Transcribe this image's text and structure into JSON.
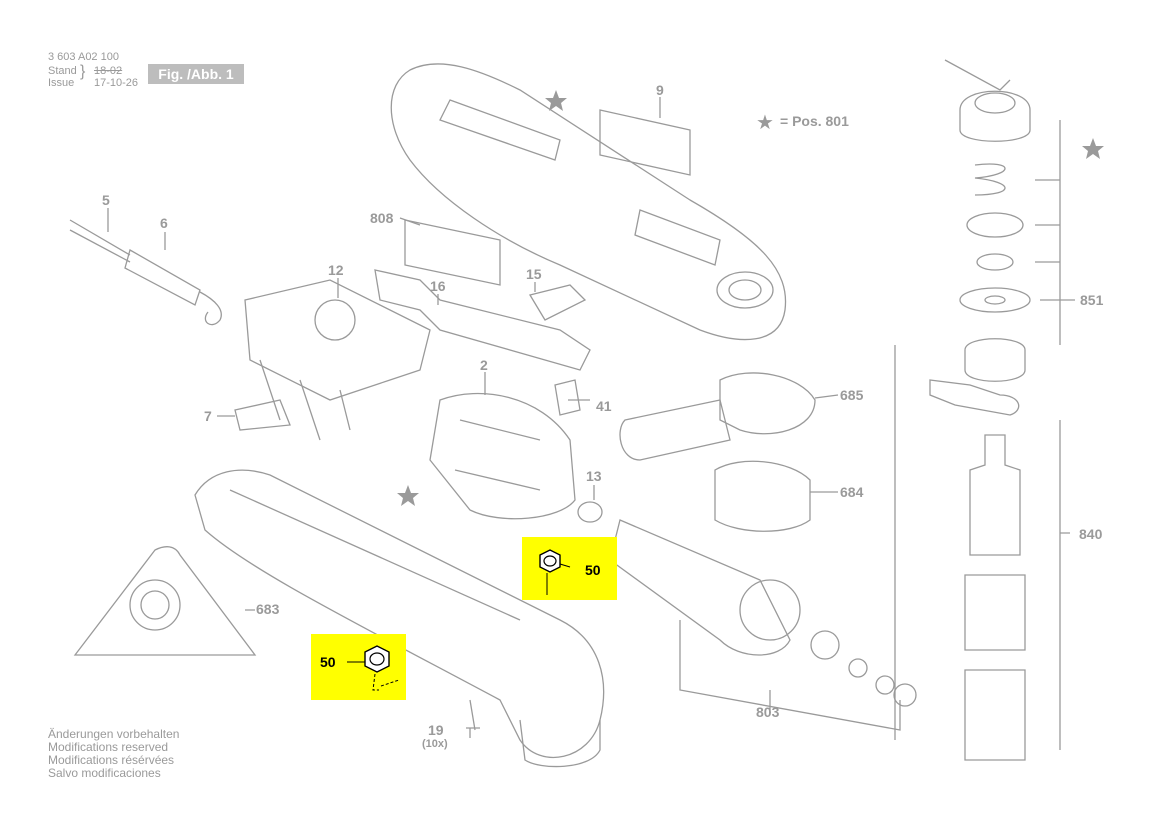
{
  "header": {
    "drawing_number": "3 603 A02 100",
    "stand_label": "Stand",
    "issue_label": "Issue",
    "date_old": "18-02",
    "date_new": "17-10-26",
    "figure_label": "Fig. /Abb. 1"
  },
  "legend": {
    "star_symbol": "★",
    "star_text": "= Pos. 801"
  },
  "labels": {
    "p5": "5",
    "p6": "6",
    "p12": "12",
    "p16": "16",
    "p15": "15",
    "p9": "9",
    "p808": "808",
    "p7": "7",
    "p2": "2",
    "p41": "41",
    "p13": "13",
    "p685": "685",
    "p684": "684",
    "p683": "683",
    "p803": "803",
    "p19": "19",
    "p19_qty": "(10x)",
    "p851": "851",
    "p840": "840"
  },
  "highlights": {
    "nut_a": "50",
    "nut_b": "50",
    "color": "#ffff00"
  },
  "notes": [
    "Änderungen vorbehalten",
    "Modifications reserved",
    "Modifications résérvées",
    "Salvo modificaciones"
  ],
  "colors": {
    "line": "#9a9a9a",
    "highlight": "#ffff00"
  }
}
